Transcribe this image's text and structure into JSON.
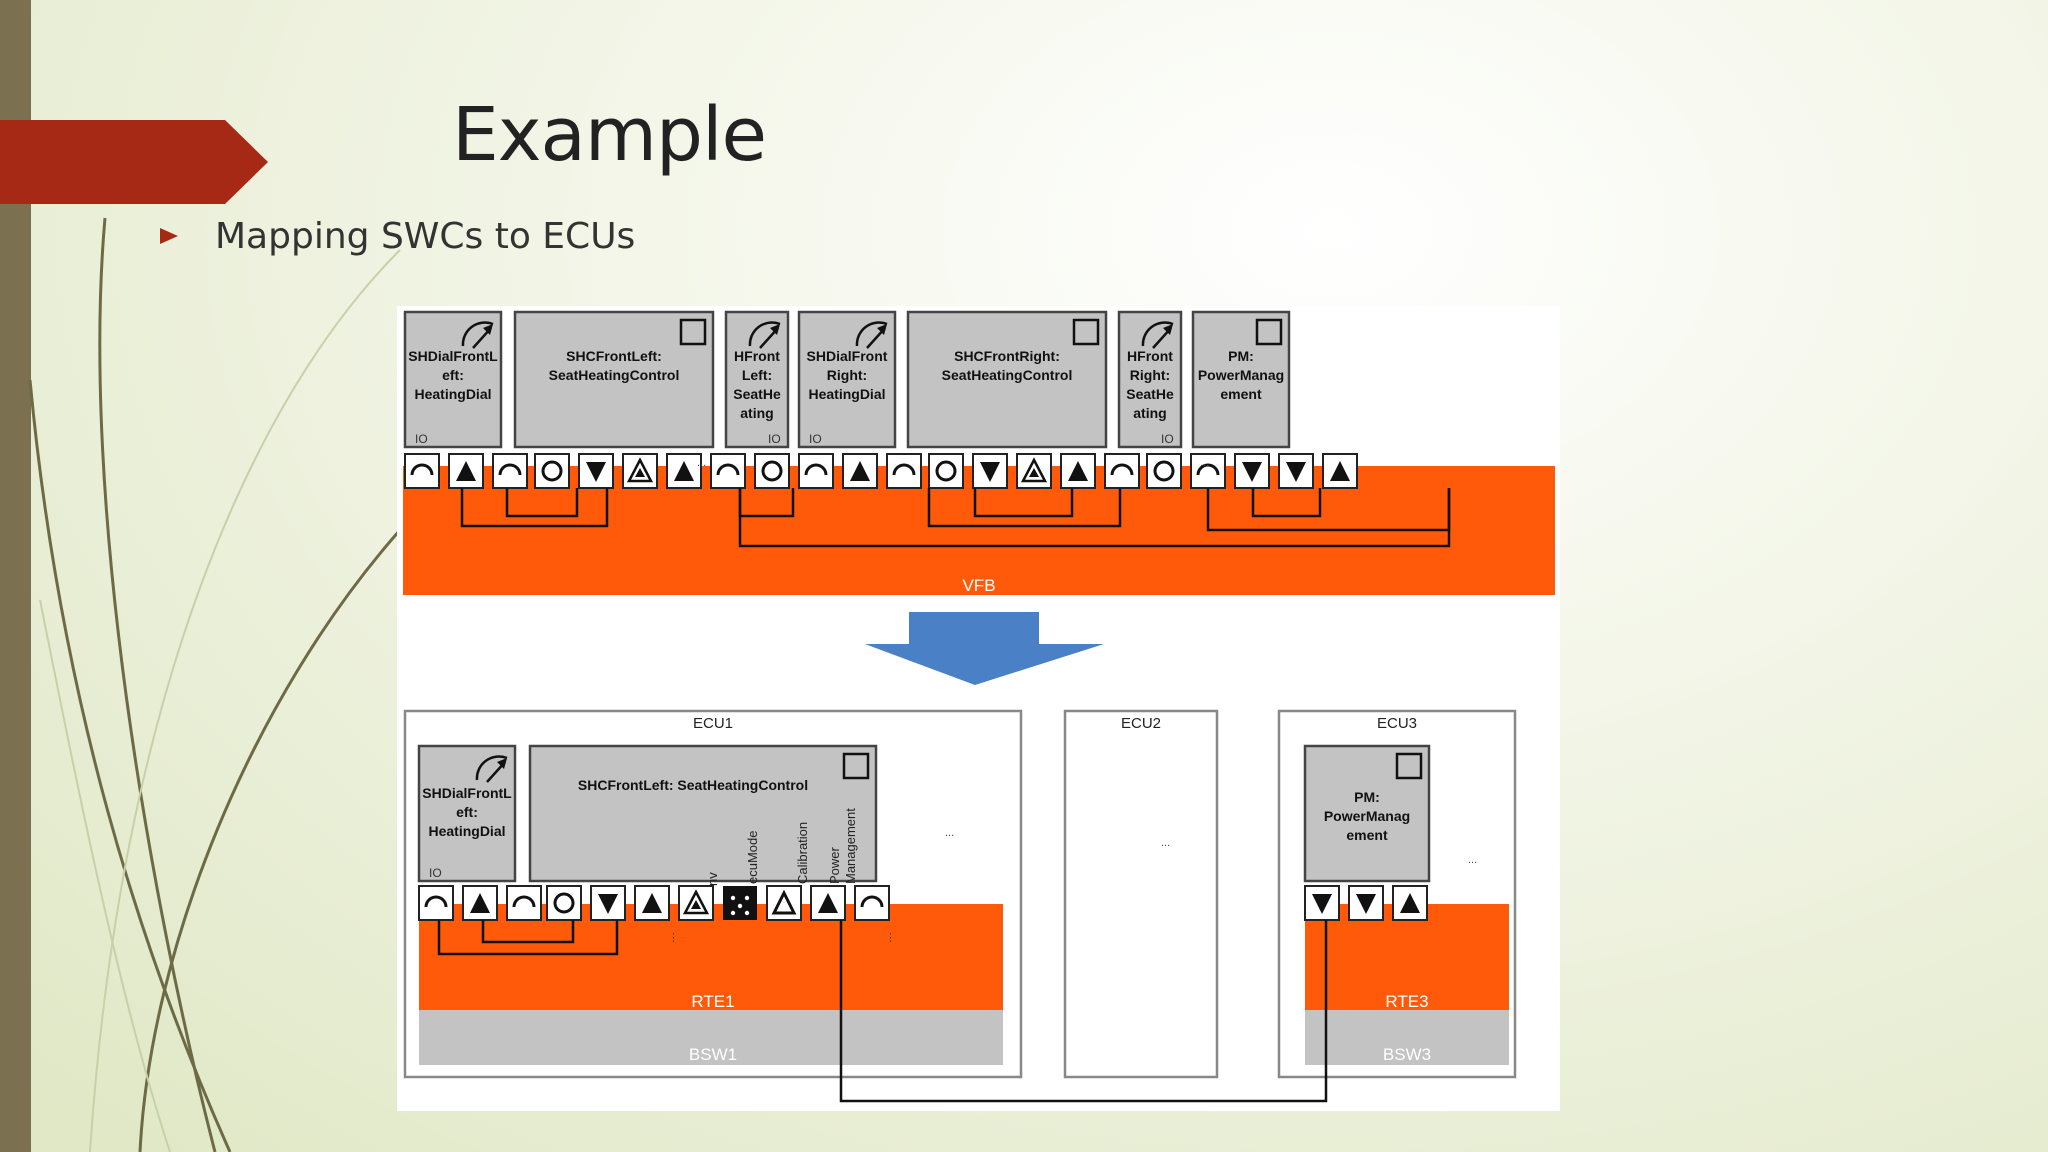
{
  "slide": {
    "title": "Example",
    "bullet": "Mapping SWCs to ECUs"
  },
  "colors": {
    "accent_red": "#a52914",
    "side_bar": "#7b7150",
    "orange": "#ff5a0a",
    "gray_box": "#c3c3c3",
    "arrow_blue": "#4a80c6"
  },
  "vfb": {
    "label": "VFB",
    "components": [
      {
        "id": "c1",
        "lines": [
          "SHDialFrontL",
          "eft:",
          "HeatingDial"
        ],
        "icon": "gauge-icon",
        "io": "IO",
        "io_side": "left"
      },
      {
        "id": "c2",
        "lines": [
          "SHCFrontLeft:",
          "SeatHeatingControl"
        ],
        "icon": "square-icon",
        "io": "",
        "io_side": "left"
      },
      {
        "id": "c3",
        "lines": [
          "HFront",
          "Left:",
          "SeatHe",
          "ating"
        ],
        "icon": "gauge-icon",
        "io": "IO",
        "io_side": "right"
      },
      {
        "id": "c4",
        "lines": [
          "SHDialFront",
          "Right:",
          "HeatingDial"
        ],
        "icon": "gauge-icon",
        "io": "IO",
        "io_side": "left"
      },
      {
        "id": "c5",
        "lines": [
          "SHCFrontRight:",
          "SeatHeatingControl"
        ],
        "icon": "square-icon",
        "io": "",
        "io_side": "left"
      },
      {
        "id": "c6",
        "lines": [
          "HFront",
          "Right:",
          "SeatHe",
          "ating"
        ],
        "icon": "gauge-icon",
        "io": "IO",
        "io_side": "right"
      },
      {
        "id": "c7",
        "lines": [
          "PM:",
          "PowerManag",
          "ement"
        ],
        "icon": "square-icon",
        "io": "",
        "io_side": "left"
      }
    ],
    "ellipses": [
      "...",
      "..."
    ]
  },
  "ecus": [
    {
      "id": "ecu1",
      "label": "ECU1",
      "rte": "RTE1",
      "bsw": "BSW1",
      "ellipsis": "..."
    },
    {
      "id": "ecu2",
      "label": "ECU2",
      "ellipsis": "..."
    },
    {
      "id": "ecu3",
      "label": "ECU3",
      "rte": "RTE3",
      "bsw": "BSW3",
      "ellipsis": "..."
    }
  ],
  "ecu1_components": [
    {
      "id": "e1",
      "lines": [
        "SHDialFrontL",
        "eft:",
        "HeatingDial"
      ],
      "icon": "gauge-icon",
      "io": "IO"
    },
    {
      "id": "e2",
      "lines": [
        "SHCFrontLeft:  SeatHeatingControl"
      ],
      "icon": "square-icon",
      "io": ""
    }
  ],
  "ecu1_port_labels": [
    "nv",
    "ecuMode",
    "Calibration",
    "Power",
    "Management"
  ],
  "ecu3_components": [
    {
      "id": "e3",
      "lines": [
        "PM:",
        "PowerManag",
        "ement"
      ],
      "icon": "square-icon",
      "io": ""
    }
  ]
}
